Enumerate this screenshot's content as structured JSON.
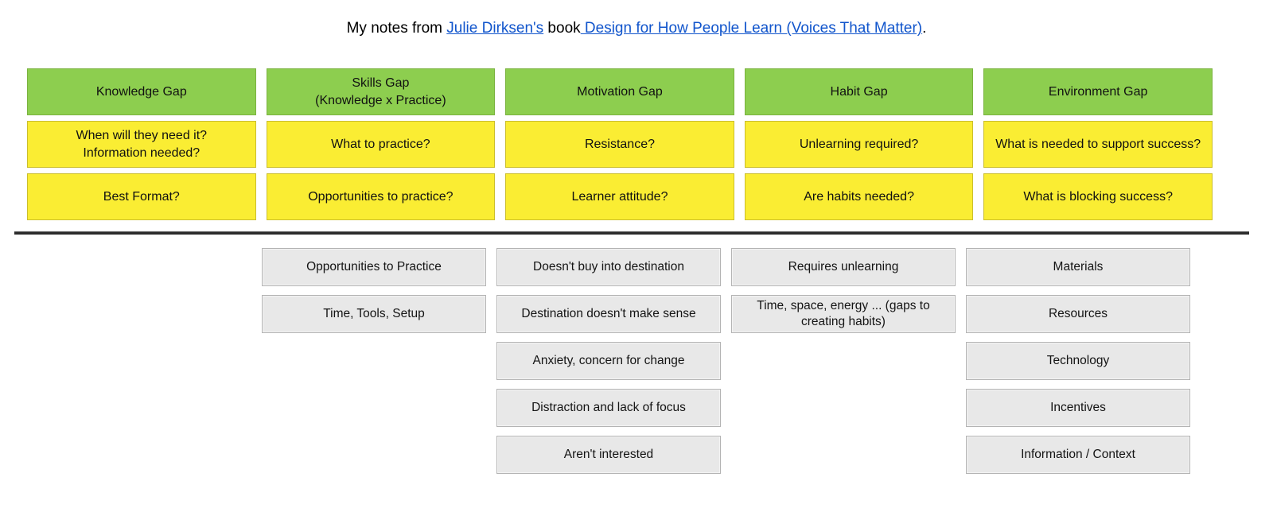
{
  "caption": {
    "prefix": "My notes from ",
    "author_link": "Julie Dirksen's",
    "middle": " book",
    "book_link": " Design for How People Learn (Voices That Matter)",
    "suffix": ".",
    "link_color": "#1155cc"
  },
  "colors": {
    "green": "#8dce4f",
    "yellow": "#faed33",
    "gray": "#e8e8e8",
    "divider": "#2b2b2b"
  },
  "columns": [
    {
      "header": "Knowledge Gap",
      "questions": [
        "When will they need it?\nInformation needed?",
        "Best Format?"
      ],
      "items": []
    },
    {
      "header": "Skills Gap\n(Knowledge x Practice)",
      "questions": [
        "What to practice?",
        "Opportunities to practice?"
      ],
      "items": [
        "Opportunities to Practice",
        "Time, Tools, Setup"
      ]
    },
    {
      "header": "Motivation Gap",
      "questions": [
        "Resistance?",
        "Learner attitude?"
      ],
      "items": [
        "Doesn't buy into destination",
        "Destination doesn't make sense",
        "Anxiety, concern for change",
        "Distraction and lack of focus",
        "Aren't interested"
      ]
    },
    {
      "header": "Habit Gap",
      "questions": [
        "Unlearning required?",
        "Are habits needed?"
      ],
      "items": [
        "Requires unlearning",
        "Time, space, energy ... (gaps to creating habits)"
      ]
    },
    {
      "header": "Environment Gap",
      "questions": [
        "What is needed to support success?",
        "What is blocking success?"
      ],
      "items": [
        "Materials",
        "Resources",
        "Technology",
        "Incentives",
        "Information / Context"
      ]
    }
  ]
}
